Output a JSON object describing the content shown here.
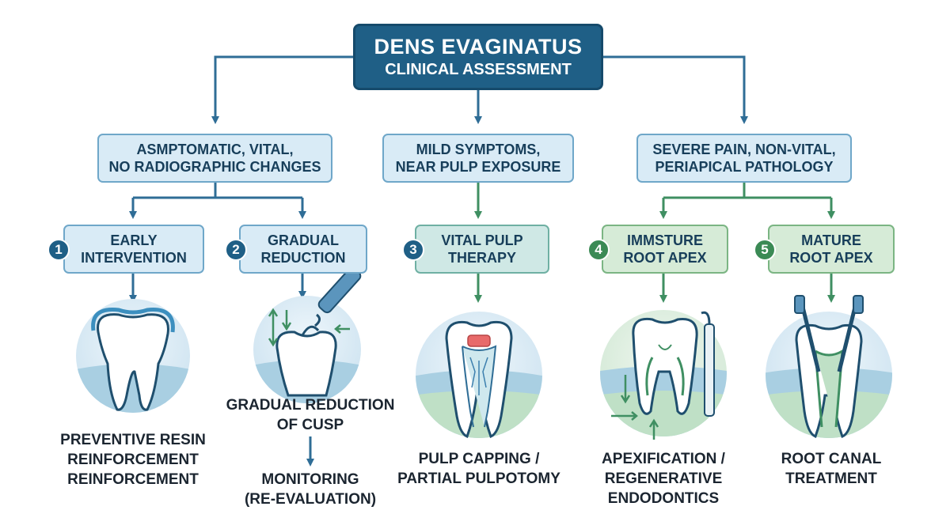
{
  "title": {
    "line1": "DENS EVAGINATUS",
    "line2": "CLINICAL ASSESSMENT"
  },
  "conditions": [
    {
      "line1": "ASMPTOMATIC, VITAL,",
      "line2": "NO RADIOGRAPHIC CHANGES"
    },
    {
      "line1": "MILD SYMPTOMS,",
      "line2": "NEAR PULP EXPOSURE"
    },
    {
      "line1": "SEVERE PAIN, NON-VITAL,",
      "line2": "PERIAPICAL PATHOLOGY"
    }
  ],
  "steps": [
    {
      "number": "1",
      "line1": "EARLY",
      "line2": "INTERVENTION"
    },
    {
      "number": "2",
      "line1": "GRADUAL",
      "line2": "REDUCTION"
    },
    {
      "number": "3",
      "line1": "VITAL PULP",
      "line2": "THERAPY"
    },
    {
      "number": "4",
      "line1": "IMMSTURE",
      "line2": "ROOT APEX"
    },
    {
      "number": "5",
      "line1": "MATURE",
      "line2": "ROOT APEX"
    }
  ],
  "outcomes": [
    {
      "lines": [
        "PREVENTIVE RESIN",
        "REINFORCEMENT",
        "REINFORCEMENT"
      ]
    },
    {
      "lines": [
        "GRADUAL REDUCTION",
        "OF CUSP"
      ]
    },
    {
      "lines": [
        "PULP CAPPING /",
        "PARTIAL PULPOTOMY"
      ]
    },
    {
      "lines": [
        "APEXIFICATION /",
        "REGENERATIVE",
        "ENDODONTICS"
      ]
    },
    {
      "lines": [
        "ROOT CANAL",
        "TREATMENT"
      ]
    }
  ],
  "followup": {
    "line1": "MONITORING",
    "line2": "(RE-EVALUATION)"
  },
  "colors": {
    "navy": "#1f5f86",
    "arrow_blue": "#2f6d96",
    "arrow_green": "#3f8f62",
    "light_blue": "#d9ebf6",
    "light_teal": "#cfe8e5",
    "light_green": "#d6ebd7",
    "text_dark": "#1b2530"
  }
}
